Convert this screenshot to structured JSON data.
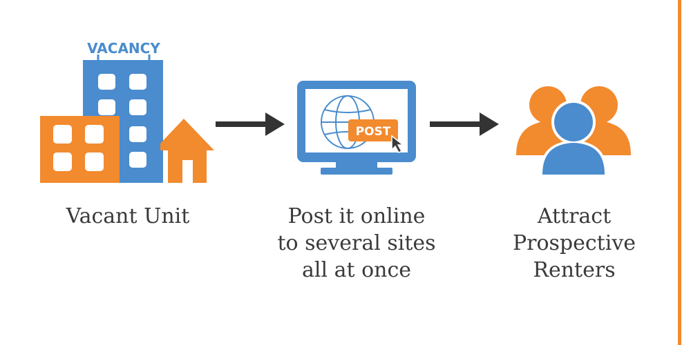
{
  "colors": {
    "orange": "#f28a2e",
    "blue": "#4a8ccd",
    "dark_arrow": "#333333",
    "text": "#3a3a3a"
  },
  "steps": [
    {
      "icon": "building-vacancy-icon",
      "sign_text": "VACANCY",
      "caption_lines": [
        "Vacant Unit"
      ]
    },
    {
      "icon": "monitor-post-icon",
      "button_text": "POST",
      "caption_lines": [
        "Post it online",
        "to several sites",
        "all at once"
      ]
    },
    {
      "icon": "renters-group-icon",
      "caption_lines": [
        "Attract",
        "Prospective",
        "Renters"
      ]
    }
  ],
  "connectors": [
    "arrow-right-icon",
    "arrow-right-icon"
  ]
}
